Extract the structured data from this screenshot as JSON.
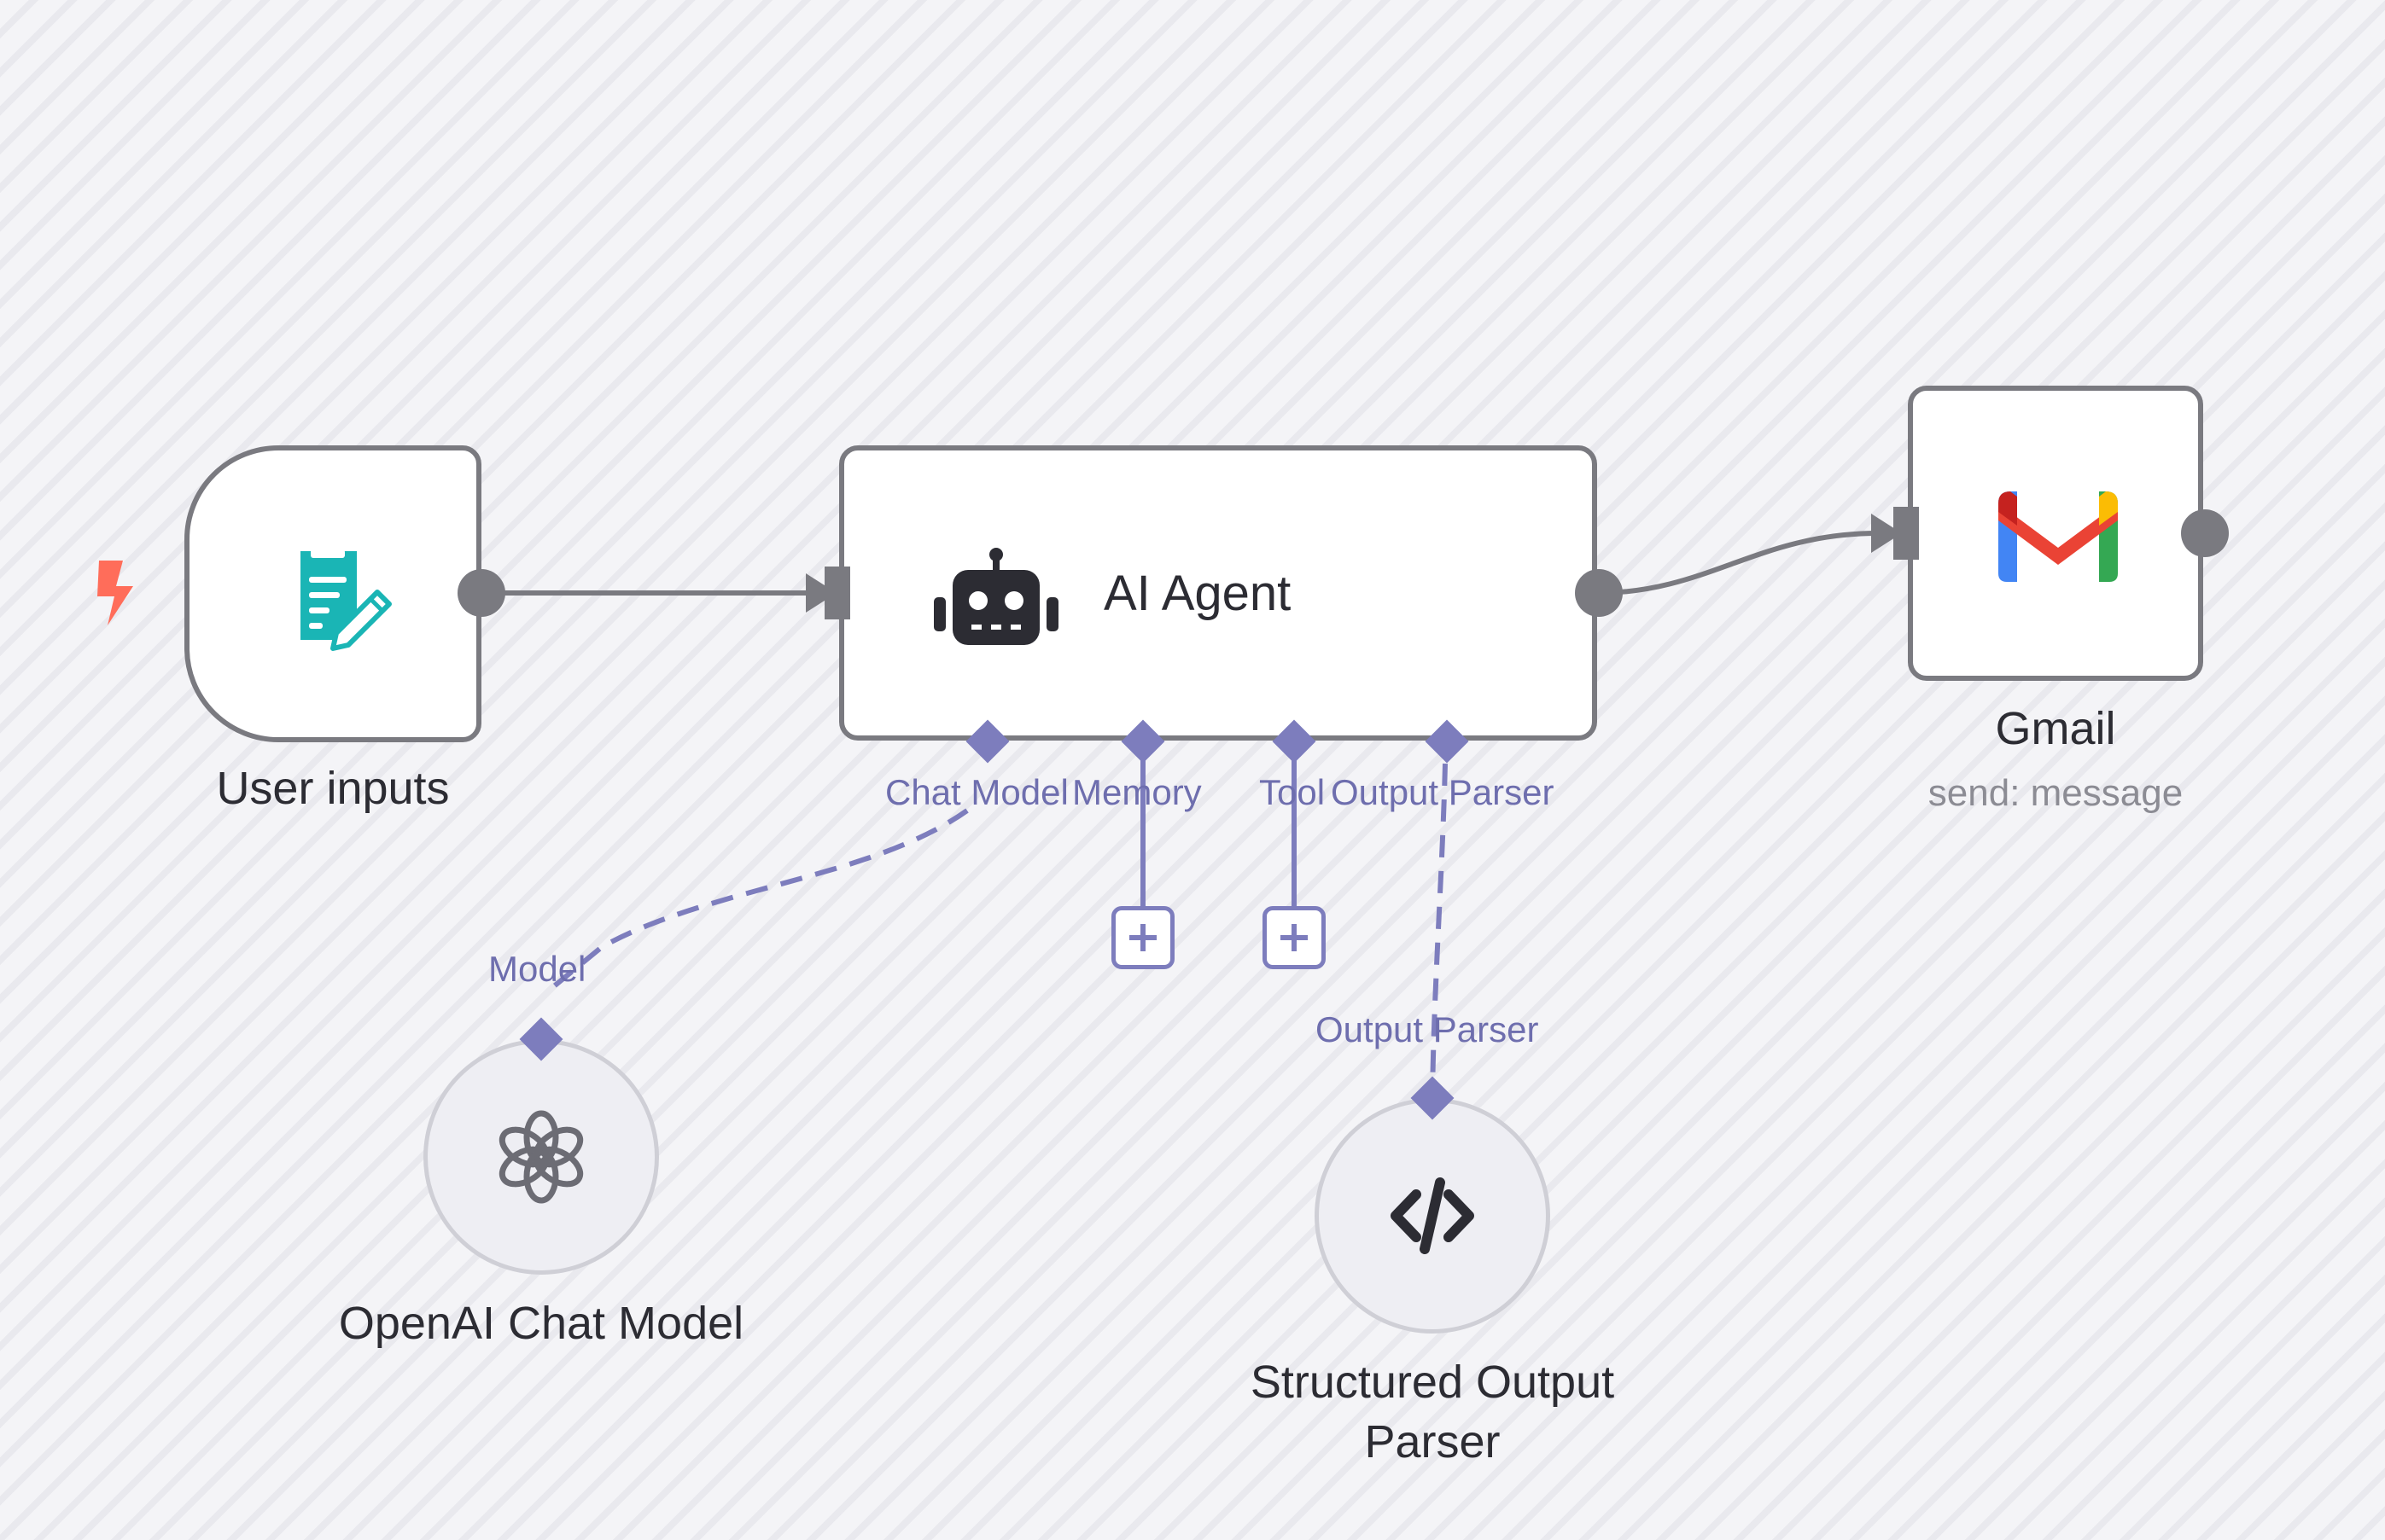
{
  "nodes": {
    "trigger": {
      "label": "User inputs"
    },
    "agent": {
      "label": "AI Agent"
    },
    "gmail": {
      "label": "Gmail",
      "subtitle": "send: message"
    },
    "openai": {
      "label": "OpenAI Chat Model"
    },
    "parser": {
      "label_line1": "Structured Output",
      "label_line2": "Parser"
    }
  },
  "ports": {
    "chat_model": "Chat Model",
    "memory": "Memory",
    "tool": "Tool",
    "output_parser": "Output Parser",
    "model": "Model",
    "parser_output": "Output Parser"
  },
  "icons": {
    "trigger_bolt": "lightning-icon",
    "form": "form-edit-icon",
    "agent": "robot-icon",
    "gmail": "gmail-icon",
    "openai": "openai-icon",
    "parser": "code-icon",
    "add": "plus-icon"
  },
  "colors": {
    "node_border": "#7a7a80",
    "connector": "#7a7a80",
    "ai_port": "#7d7dbd",
    "trigger_bolt": "#ff6d5a",
    "form_icon": "#1ab5b5"
  }
}
